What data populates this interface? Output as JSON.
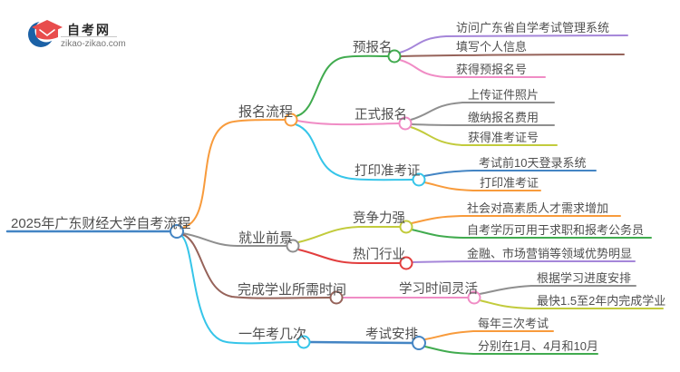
{
  "logo": {
    "title": "自考网",
    "domain": "zikao-zikao.com"
  },
  "palette": {
    "blue": "#4485c4",
    "orange": "#f89b3c",
    "green": "#41ab4f",
    "purple": "#a586d9",
    "brown": "#96635a",
    "pink": "#f08cc5",
    "gray": "#8f8f8f",
    "olive": "#c2cb3c",
    "cyan": "#36c5e9",
    "red": "#e23e3e",
    "text": "#4f4f4f",
    "logo_blue": "#1b61a6",
    "logo_red": "#e84c4c"
  },
  "mindmap": {
    "root": {
      "label": "2025年广东财经大学自考流程"
    },
    "branches": [
      {
        "label": "报名流程",
        "children": [
          {
            "label": "预报名",
            "children": [
              {
                "label": "访问广东省自学考试管理系统"
              },
              {
                "label": "填写个人信息"
              },
              {
                "label": "获得预报名号"
              }
            ]
          },
          {
            "label": "正式报名",
            "children": [
              {
                "label": "上传证件照片"
              },
              {
                "label": "缴纳报名费用"
              },
              {
                "label": "获得准考证号"
              }
            ]
          },
          {
            "label": "打印准考证",
            "children": [
              {
                "label": "考试前10天登录系统"
              },
              {
                "label": "打印准考证"
              }
            ]
          }
        ]
      },
      {
        "label": "就业前景",
        "children": [
          {
            "label": "竞争力强",
            "children": [
              {
                "label": "社会对高素质人才需求增加"
              },
              {
                "label": "自考学历可用于求职和报考公务员"
              }
            ]
          },
          {
            "label": "热门行业",
            "children": [
              {
                "label": "金融、市场营销等领域优势明显"
              }
            ]
          }
        ]
      },
      {
        "label": "完成学业所需时间",
        "children": [
          {
            "label": "学习时间灵活",
            "children": [
              {
                "label": "根据学习进度安排"
              },
              {
                "label": "最快1.5至2年内完成学业"
              }
            ]
          }
        ]
      },
      {
        "label": "一年考几次",
        "children": [
          {
            "label": "考试安排",
            "children": [
              {
                "label": "每年三次考试"
              },
              {
                "label": "分别在1月、4月和10月"
              }
            ]
          }
        ]
      }
    ]
  }
}
